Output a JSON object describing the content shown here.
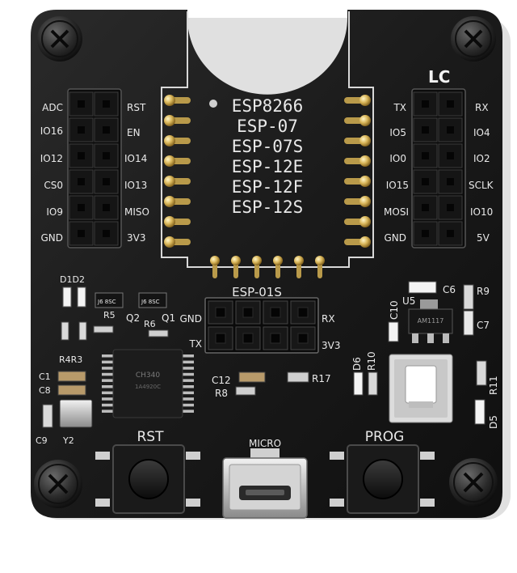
{
  "board": {
    "chip_names": [
      "ESP8266",
      "ESP-07",
      "ESP-07S",
      "ESP-12E",
      "ESP-12F",
      "ESP-12S"
    ],
    "logo": "LC",
    "left_header": {
      "outer": [
        "ADC",
        "IO16",
        "IO12",
        "CS0",
        "IO9",
        "GND"
      ],
      "inner": [
        "RST",
        "EN",
        "IO14",
        "IO13",
        "MISO",
        "3V3"
      ]
    },
    "right_header": {
      "inner": [
        "TX",
        "IO5",
        "IO0",
        "IO15",
        "MOSI",
        "GND"
      ],
      "outer": [
        "RX",
        "IO4",
        "IO2",
        "SCLK",
        "IO10",
        "5V"
      ]
    },
    "esp01_label": "ESP-01S",
    "esp01_pins": {
      "gnd": "GND",
      "tx": "TX",
      "rx": "RX",
      "v33": "3V3"
    },
    "components": {
      "d1d2": "D1D2",
      "r4r3": "R4R3",
      "c1": "C1",
      "c8": "C8",
      "c9": "C9",
      "y2": "Y2",
      "r5": "R5",
      "q2": "Q2",
      "r6": "R6",
      "q1": "Q1",
      "c12": "C12",
      "r8": "R8",
      "r17": "R17",
      "c10": "C10",
      "u5": "U5",
      "c6": "C6",
      "r9": "R9",
      "c7": "C7",
      "d6": "D6",
      "r10": "R10",
      "r11": "R11",
      "d5": "D5"
    },
    "buttons": {
      "rst": "RST",
      "prog": "PROG"
    },
    "usb_label": "MICRO"
  }
}
